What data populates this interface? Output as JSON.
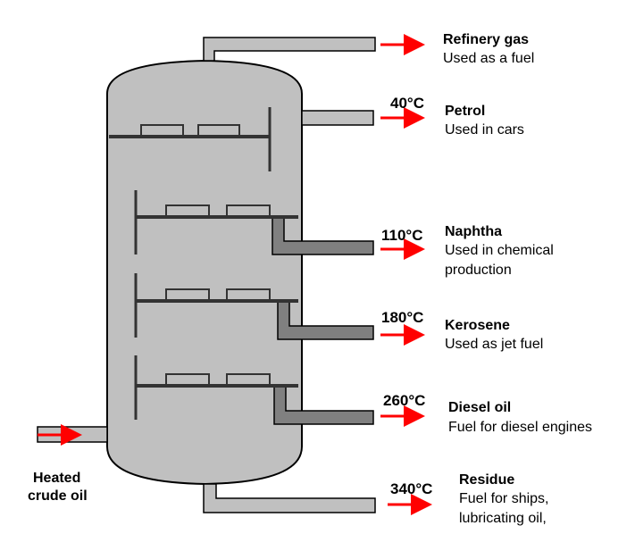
{
  "colors": {
    "column_fill": "#c0c0c0",
    "pipe_fill": "#c0c0c0",
    "dark_pipe_fill": "#808080",
    "tray_line": "#333333",
    "arrow": "#ff0000",
    "outline": "#000000"
  },
  "inlet": {
    "line1": "Heated",
    "line2": "crude oil"
  },
  "fractions": [
    {
      "temp": "",
      "name": "Refinery gas",
      "use1": "Used as a fuel",
      "use2": ""
    },
    {
      "temp": "40°C",
      "name": "Petrol",
      "use1": "Used in cars",
      "use2": ""
    },
    {
      "temp": "110°C",
      "name": "Naphtha",
      "use1": "Used in chemical",
      "use2": "production"
    },
    {
      "temp": "180°C",
      "name": "Kerosene",
      "use1": "Used as jet fuel",
      "use2": ""
    },
    {
      "temp": "260°C",
      "name": "Diesel oil",
      "use1": "Fuel for diesel engines",
      "use2": ""
    },
    {
      "temp": "340°C",
      "name": "Residue",
      "use1": "Fuel for ships,",
      "use2": "lubricating oil,"
    }
  ]
}
